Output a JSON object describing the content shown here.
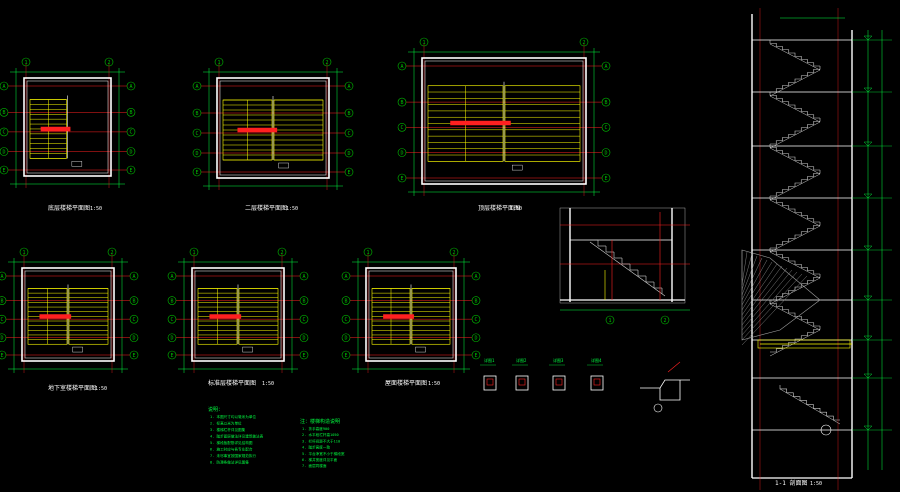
{
  "drawing": {
    "colors": {
      "background": "#000000",
      "wall": "#ffffff",
      "axis": "#00c000",
      "dim": "#00ff40",
      "axis_line": "#ff2020",
      "stair": "#ffff00",
      "section": "#d0d0d0",
      "hatch": "#a0a0a0",
      "cyan": "#00ffff",
      "magenta": "#ff40ff"
    },
    "plans": [
      {
        "title": "底层楼梯平面图",
        "scale": "1:50"
      },
      {
        "title": "二层楼梯平面图",
        "scale": "1:50"
      },
      {
        "title": "顶层楼梯平面图",
        "scale": "1:50"
      },
      {
        "title": "地下室楼梯平面图",
        "scale": "1:50"
      },
      {
        "title": "标准层楼梯平面图",
        "scale": "1:50"
      },
      {
        "title": "屋面楼梯平面图",
        "scale": "1:50"
      }
    ],
    "section": {
      "title": "1-1 剖面图",
      "scale": "1:50"
    },
    "axis_labels": {
      "cols": [
        "1",
        "2"
      ],
      "rows": [
        "A",
        "B",
        "C",
        "D",
        "E"
      ]
    },
    "notes": {
      "left_title": "说明：",
      "left_lines": [
        "1. 本图尺寸均以毫米为单位",
        "2. 标高以米为单位",
        "3. 楼梯栏杆详见图集",
        "4. 踏步面层做法详见建筑做法表",
        "5. 梯段板配筋详见结构图",
        "6. 施工时应与各专业配合",
        "7. 未尽事宜按国家规范执行",
        "8. 防滑条做法详见图集"
      ],
      "right_title": "注：楼梯构造说明",
      "right_lines": [
        "1. 扶手高度900",
        "2. 水平段栏杆高1050",
        "3. 栏杆间距不大于110",
        "4. 踏步高度一致",
        "5. 平台净宽不小于梯段宽",
        "6. 梯井宽度详见平面",
        "7. 面层同楼面"
      ]
    },
    "details": [
      {
        "label": "详图1"
      },
      {
        "label": "详图2"
      },
      {
        "label": "详图3"
      },
      {
        "label": "详图4"
      }
    ]
  }
}
